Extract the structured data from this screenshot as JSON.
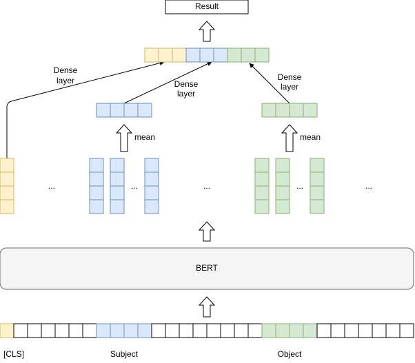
{
  "labels": {
    "result": "Result",
    "bert": "BERT",
    "cls": "[CLS]",
    "subject": "Subject",
    "object": "Object",
    "mean": "mean",
    "dense_line1": "Dense",
    "dense_line2": "layer",
    "ellipsis": "..."
  },
  "colors": {
    "cls_fill": "#FFF2CC",
    "cls_stroke": "#D6B656",
    "subject_fill": "#DAE8FC",
    "subject_stroke": "#6C8EBF",
    "object_fill": "#D5E8D4",
    "object_stroke": "#82B366",
    "bert_fill": "#F5F5F5",
    "bert_stroke": "#666666",
    "line": "#000000"
  }
}
